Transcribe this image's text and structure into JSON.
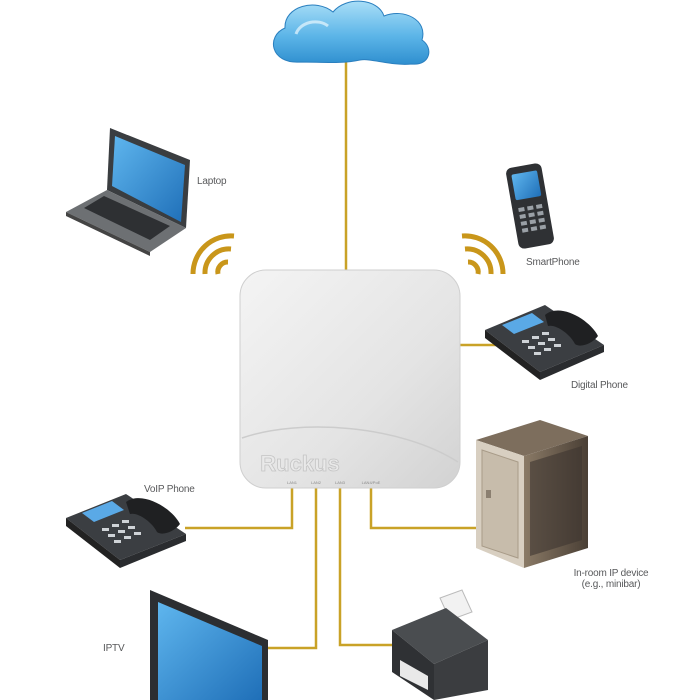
{
  "colors": {
    "link": "#c9a227",
    "wifi": "#c9961a",
    "cloud_light": "#8fd0f2",
    "cloud_dark": "#2f8fcf",
    "ap_body": "#e6e6e6",
    "device_dark": "#333639",
    "screen_blue": "#2a8bd6",
    "label_text": "#58595b"
  },
  "access_point": {
    "brand": "Ruckus",
    "ports": [
      "LAN1",
      "LAN2",
      "LAN3",
      "LAN4/PoE"
    ]
  },
  "devices": {
    "cloud": {
      "icon": "cloud-icon"
    },
    "laptop": {
      "label": "Laptop",
      "icon": "laptop-icon"
    },
    "smartphone": {
      "label": "SmartPhone",
      "icon": "smartphone-icon"
    },
    "digital_phone": {
      "label": "Digital Phone",
      "icon": "desk-phone-icon"
    },
    "voip_phone": {
      "label": "VoIP Phone",
      "icon": "desk-phone-icon"
    },
    "inroom_device": {
      "label_line1": "In-room IP device",
      "label_line2": "(e.g., minibar)",
      "icon": "minibar-icon"
    },
    "iptv": {
      "label": "IPTV",
      "icon": "tv-icon"
    },
    "printer": {
      "icon": "printer-icon"
    }
  }
}
